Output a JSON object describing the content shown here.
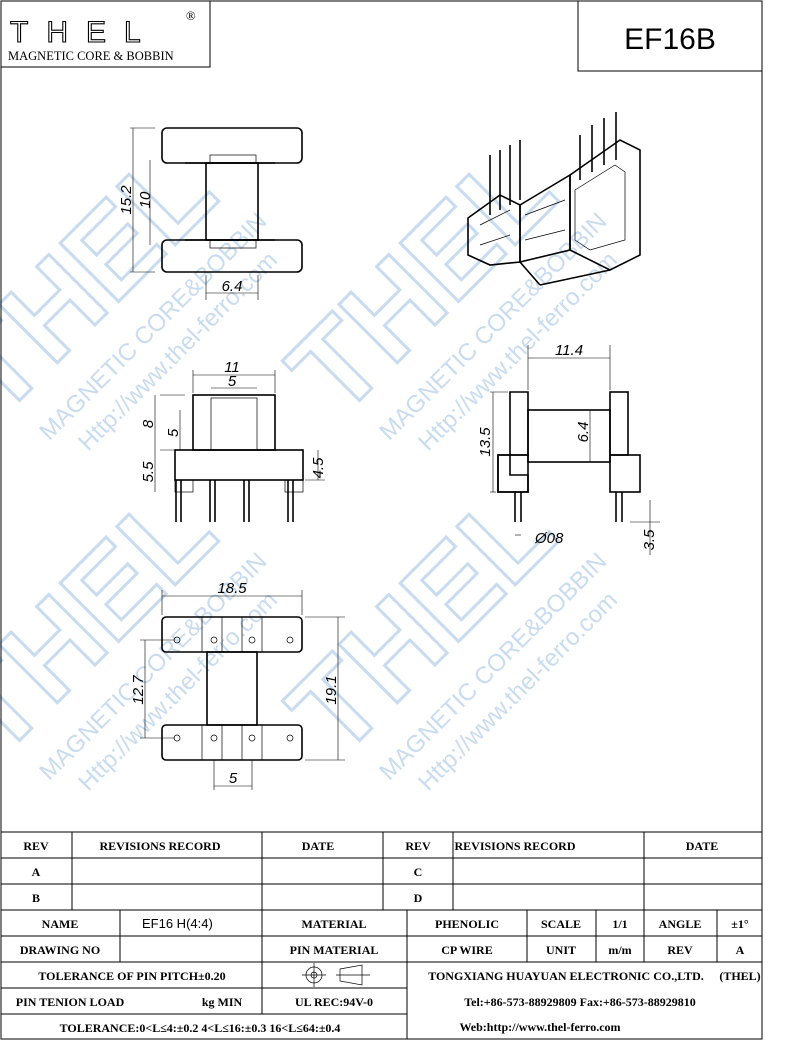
{
  "logo": {
    "brand": "THEL",
    "registered": "®",
    "subtitle": "MAGNETIC CORE & BOBBIN"
  },
  "part_number": "EF16B",
  "watermark": {
    "brand": "THEL",
    "line1": "MAGNETIC CORE&BOBBIN",
    "line2": "Http://www.thel-ferro.com",
    "color": "#c9dcef"
  },
  "dimensions": {
    "top_view": {
      "outer_height": "15.2",
      "inner_height": "10",
      "core_width": "6.4"
    },
    "front_view": {
      "width": "11",
      "slot": "5",
      "height": "8",
      "window": "5",
      "pin_zone": "5.5",
      "pin_length": "4.5"
    },
    "side_view": {
      "width": "11.4",
      "height": "13.5",
      "core": "6.4",
      "pin_dia": "Ø08",
      "pin_length": "3.5"
    },
    "bottom_view": {
      "width": "18.5",
      "inner_span": "12.7",
      "outer_span": "19.1",
      "core": "5"
    }
  },
  "revisions": {
    "headers": {
      "rev": "REV",
      "record": "REVISIONS RECORD",
      "date": "DATE"
    },
    "left_rows": [
      "A",
      "B"
    ],
    "right_rows": [
      "C",
      "D"
    ]
  },
  "spec": {
    "name_label": "NAME",
    "name_value": "EF16 H(4:4)",
    "material_label": "MATERIAL",
    "material_value": "PHENOLIC",
    "scale_label": "SCALE",
    "scale_value": "1/1",
    "angle_label": "ANGLE",
    "angle_value": "±1°",
    "drawing_no_label": "DRAWING NO",
    "drawing_no_value": "",
    "pin_material_label": "PIN MATERIAL",
    "pin_material_value": "CP WIRE",
    "unit_label": "UNIT",
    "unit_value": "m/m",
    "rev_label": "REV",
    "rev_value": "A",
    "pitch_tolerance": "TOLERANCE OF PIN PITCH±0.20",
    "pin_tension_label": "PIN TENION LOAD",
    "pin_tension_unit": "kg MIN",
    "ul_rec": "UL REC:94V-0",
    "tolerance": "TOLERANCE:0<L≤4:±0.2  4<L≤16:±0.3  16<L≤64:±0.4"
  },
  "company": {
    "name": "TONGXIANG HUAYUAN ELECTRONIC CO.,LTD.",
    "abbr": "(THEL)",
    "contact": "Tel:+86-573-88929809 Fax:+86-573-88929810",
    "web": "Web:http://www.thel-ferro.com"
  }
}
